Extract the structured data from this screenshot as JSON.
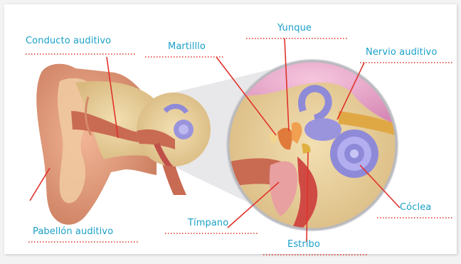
{
  "labels": {
    "conducto": "Conducto auditivo",
    "martillo": "Martilllo",
    "yunque": "Yunque",
    "nervio": "Nervio auditivo",
    "pabellon": "Pabellón auditivo",
    "timpano": "Tímpano",
    "estribo": "Estribo",
    "coclea": "Cóclea"
  },
  "colors": {
    "label_text": "#1aa0c8",
    "leader_line": "#e0322a",
    "skin": "#e9a07f",
    "bone": "#e8d09a",
    "cochlea": "#8f8ad8",
    "magnifier": "#e7e7e9"
  }
}
